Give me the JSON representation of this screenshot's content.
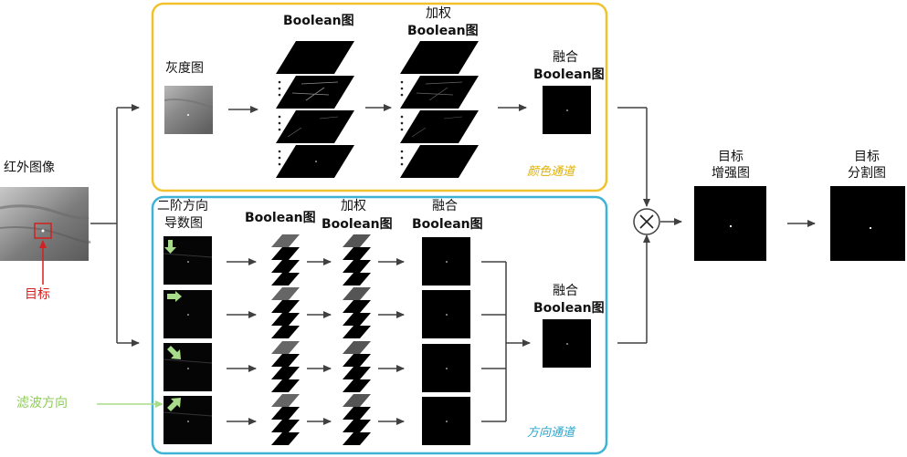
{
  "input": {
    "label": "红外图像",
    "target_label": "目标"
  },
  "color_channel": {
    "panel_label": "颜色通道",
    "gray_label": "灰度图",
    "boolean_label": "Boolean图",
    "weighted_label_line1": "加权",
    "weighted_label_line2": "Boolean图",
    "fused_label_line1": "融合",
    "fused_label_line2": "Boolean图"
  },
  "direction_channel": {
    "panel_label": "方向通道",
    "deriv_label_line1": "二阶方向",
    "deriv_label_line2": "导数图",
    "boolean_label": "Boolean图",
    "weighted_label_line1": "加权",
    "weighted_label_line2": "Boolean图",
    "fused_label_line1": "融合",
    "fused_label_line2": "Boolean图",
    "final_fused_line1": "融合",
    "final_fused_line2": "Boolean图",
    "filter_label": "滤波方向"
  },
  "output": {
    "enhanced_line1": "目标",
    "enhanced_line2": "增强图",
    "segmented_line1": "目标",
    "segmented_line2": "分割图"
  },
  "colors": {
    "color_panel_border": "#efc22e",
    "direction_panel_border": "#3fb3d6",
    "target_marker": "#d42020",
    "filter_arrow": "#a8dc8a",
    "arrow": "#404040"
  }
}
